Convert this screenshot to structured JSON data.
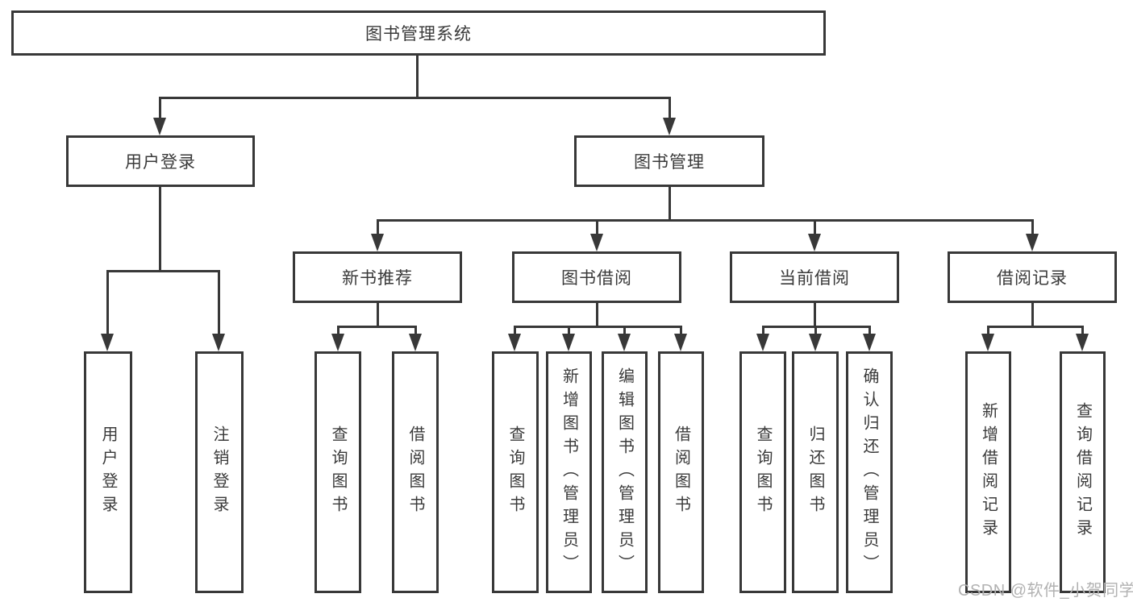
{
  "tree": {
    "label": "图书管理系统",
    "children": [
      {
        "label": "用户登录",
        "children": [
          {
            "label": "用户登录"
          },
          {
            "label": "注销登录"
          }
        ]
      },
      {
        "label": "图书管理",
        "children": [
          {
            "label": "新书推荐",
            "children": [
              {
                "label": "查询图书"
              },
              {
                "label": "借阅图书"
              }
            ]
          },
          {
            "label": "图书借阅",
            "children": [
              {
                "label": "查询图书"
              },
              {
                "label": "新增图书（管理员）"
              },
              {
                "label": "编辑图书（管理员）"
              },
              {
                "label": "借阅图书"
              }
            ]
          },
          {
            "label": "当前借阅",
            "children": [
              {
                "label": "查询图书"
              },
              {
                "label": "归还图书"
              },
              {
                "label": "确认归还（管理员）"
              }
            ]
          },
          {
            "label": "借阅记录",
            "children": [
              {
                "label": "新增借阅记录"
              },
              {
                "label": "查询借阅记录"
              }
            ]
          }
        ]
      }
    ]
  },
  "watermark": {
    "text": "CSDN @软件_小贺同学"
  },
  "colors": {
    "line": "#383838",
    "text": "#3a3a3a",
    "watermark": "#b2b2b2",
    "background": "#ffffff"
  }
}
